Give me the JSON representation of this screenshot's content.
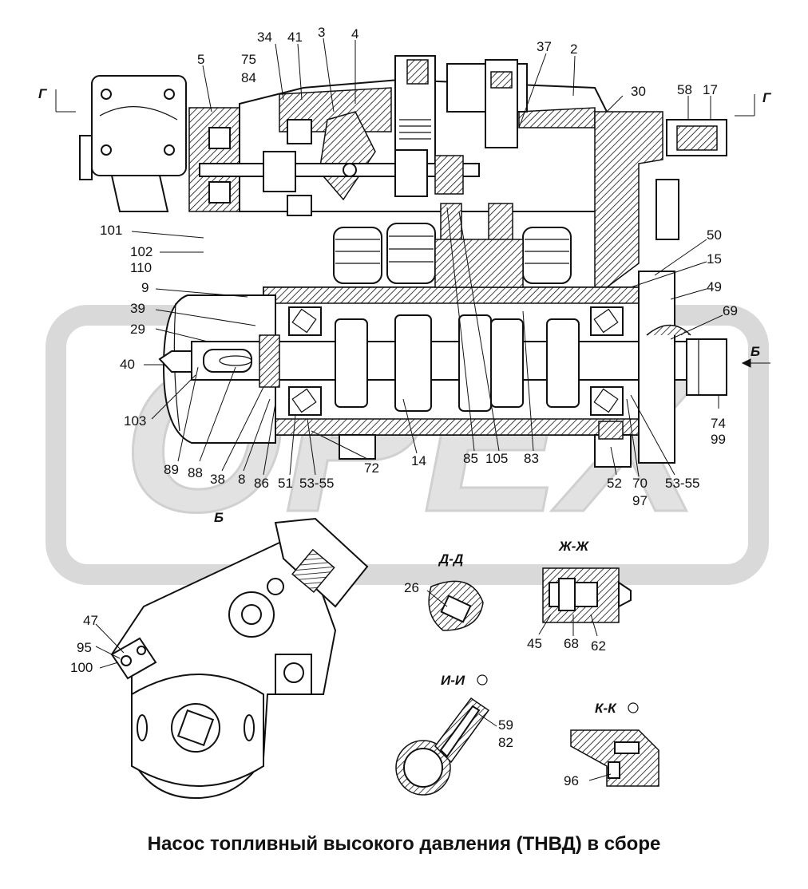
{
  "caption": "Насос топливный высокого давления (ТНВД) в сборе",
  "watermark": "OPEX",
  "sections": {
    "g_left": "Г",
    "g_right": "Г",
    "b_right": "Б",
    "b_bottom": "Б",
    "dd": "Д-Д",
    "zhzh": "Ж-Ж",
    "ii": "И-И",
    "kk": "К-К"
  },
  "labels": {
    "l5": "5",
    "l34": "34",
    "l41": "41",
    "l3": "3",
    "l4": "4",
    "l37": "37",
    "l2": "2",
    "l75": "75",
    "l84": "84",
    "l30": "30",
    "l58": "58",
    "l17": "17",
    "l101": "101",
    "l102": "102",
    "l110": "110",
    "l9": "9",
    "l39": "39",
    "l29": "29",
    "l40": "40",
    "l103": "103",
    "l89": "89",
    "l88": "88",
    "l38": "38",
    "l8": "8",
    "l86": "86",
    "l51": "51",
    "l5355a": "53-55",
    "l72": "72",
    "l14": "14",
    "l85": "85",
    "l105": "105",
    "l83": "83",
    "l52": "52",
    "l70": "70",
    "l97": "97",
    "l5355b": "53-55",
    "l74": "74",
    "l99": "99",
    "l50": "50",
    "l15": "15",
    "l49": "49",
    "l69": "69",
    "l47": "47",
    "l95": "95",
    "l100": "100",
    "l26": "26",
    "l45": "45",
    "l68": "68",
    "l62": "62",
    "l59": "59",
    "l82": "82",
    "l96": "96"
  },
  "colors": {
    "ink": "#111111",
    "watermark": "#d4d4d4",
    "background": "#ffffff"
  }
}
